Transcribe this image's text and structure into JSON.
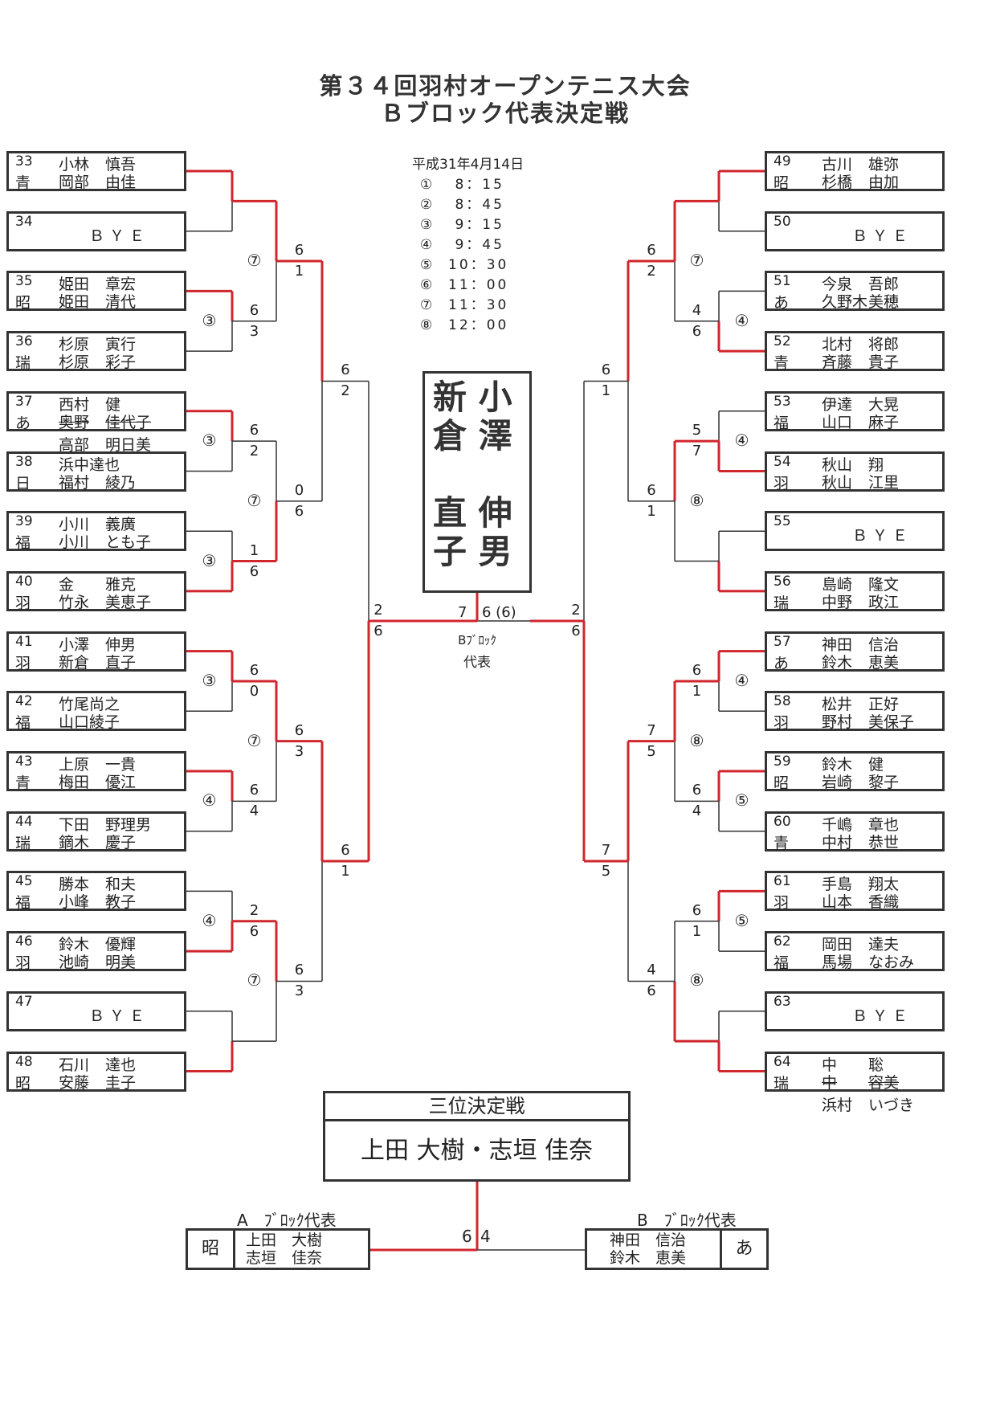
{
  "title": {
    "line1": "第３４回羽村オープンテニス大会",
    "line2": "Ｂブロック代表決定戦"
  },
  "schedule": {
    "date": "平成31年4月14日",
    "slots": [
      {
        "num": "①",
        "time": " 8：15"
      },
      {
        "num": "②",
        "time": " 8：45"
      },
      {
        "num": "③",
        "time": " 9：15"
      },
      {
        "num": "④",
        "time": " 9：45"
      },
      {
        "num": "⑤",
        "time": "10：30"
      },
      {
        "num": "⑥",
        "time": "11：00"
      },
      {
        "num": "⑦",
        "time": "11：30"
      },
      {
        "num": "⑧",
        "time": "12：00"
      }
    ]
  },
  "bye_label": "ＢＹＥ",
  "left": {
    "players": [
      {
        "no": "33",
        "club": "青",
        "p1": [
          "小林",
          "慎吾"
        ],
        "p2": [
          "岡部",
          "由佳"
        ]
      },
      {
        "no": "34",
        "bye": true
      },
      {
        "no": "35",
        "club": "昭",
        "p1": [
          "姫田",
          "章宏"
        ],
        "p2": [
          "姫田",
          "清代"
        ]
      },
      {
        "no": "36",
        "club": "瑞",
        "p1": [
          "杉原",
          "寅行"
        ],
        "p2": [
          "杉原",
          "彩子"
        ]
      },
      {
        "no": "37",
        "club": "あ",
        "p1": [
          "西村",
          "健"
        ],
        "p2": [
          "奥野",
          "佳代子"
        ],
        "p2_struck": true,
        "replacement": [
          "高部",
          "明日美"
        ]
      },
      {
        "no": "38",
        "club": "日",
        "p1": [
          "浜中達也",
          ""
        ],
        "p2": [
          "福村",
          "綾乃"
        ]
      },
      {
        "no": "39",
        "club": "福",
        "p1": [
          "小川",
          "義廣"
        ],
        "p2": [
          "小川",
          "とも子"
        ]
      },
      {
        "no": "40",
        "club": "羽",
        "p1": [
          "金",
          "雅克"
        ],
        "p2": [
          "竹永",
          "美恵子"
        ]
      },
      {
        "no": "41",
        "club": "羽",
        "p1": [
          "小澤",
          "伸男"
        ],
        "p2": [
          "新倉",
          "直子"
        ]
      },
      {
        "no": "42",
        "club": "福",
        "p1": [
          "竹尾尚之",
          ""
        ],
        "p2": [
          "山口綾子",
          ""
        ]
      },
      {
        "no": "43",
        "club": "青",
        "p1": [
          "上原",
          "一貴"
        ],
        "p2": [
          "梅田",
          "優江"
        ]
      },
      {
        "no": "44",
        "club": "瑞",
        "p1": [
          "下田",
          "野理男"
        ],
        "p2": [
          "鏑木",
          "慶子"
        ]
      },
      {
        "no": "45",
        "club": "福",
        "p1": [
          "勝本",
          "和夫"
        ],
        "p2": [
          "小峰",
          "教子"
        ]
      },
      {
        "no": "46",
        "club": "羽",
        "p1": [
          "鈴木",
          "優輝"
        ],
        "p2": [
          "池崎",
          "明美"
        ]
      },
      {
        "no": "47",
        "bye": true
      },
      {
        "no": "48",
        "club": "昭",
        "p1": [
          "石川",
          "達也"
        ],
        "p2": [
          "安藤",
          "圭子"
        ]
      }
    ],
    "rounds": [
      [
        {
          "s": [
            "",
            ""
          ],
          "w": 0,
          "label": ""
        },
        {
          "s": [
            "6",
            "3"
          ],
          "w": 0,
          "label": "③"
        },
        {
          "s": [
            "6",
            "2"
          ],
          "w": 0,
          "label": "③"
        },
        {
          "s": [
            "1",
            "6"
          ],
          "w": 1,
          "label": "③"
        },
        {
          "s": [
            "6",
            "0"
          ],
          "w": 0,
          "label": "③"
        },
        {
          "s": [
            "6",
            "4"
          ],
          "w": 0,
          "label": "④"
        },
        {
          "s": [
            "2",
            "6"
          ],
          "w": 1,
          "label": "④"
        },
        {
          "s": [
            "",
            ""
          ],
          "w": 1,
          "label": ""
        }
      ],
      [
        {
          "s": [
            "6",
            "1"
          ],
          "w": 0,
          "label": "⑦"
        },
        {
          "s": [
            "0",
            "6"
          ],
          "w": 1,
          "label": "⑦"
        },
        {
          "s": [
            "6",
            "3"
          ],
          "w": 0,
          "label": "⑦"
        },
        {
          "s": [
            "6",
            "3"
          ],
          "w": 0,
          "label": "⑦"
        }
      ],
      [
        {
          "s": [
            "6",
            "2"
          ],
          "w": 0,
          "label": ""
        },
        {
          "s": [
            "6",
            "1"
          ],
          "w": 0,
          "label": ""
        }
      ],
      [
        {
          "s": [
            "2",
            "6"
          ],
          "w": 1,
          "label": ""
        }
      ]
    ]
  },
  "right": {
    "players": [
      {
        "no": "49",
        "club": "昭",
        "p1": [
          "古川",
          "雄弥"
        ],
        "p2": [
          "杉橋",
          "由加"
        ]
      },
      {
        "no": "50",
        "bye": true
      },
      {
        "no": "51",
        "club": "あ",
        "p1": [
          "今泉",
          "吾郎"
        ],
        "p2": [
          "久野木",
          "美穂"
        ]
      },
      {
        "no": "52",
        "club": "青",
        "p1": [
          "北村",
          "将郎"
        ],
        "p2": [
          "斉藤",
          "貴子"
        ]
      },
      {
        "no": "53",
        "club": "福",
        "p1": [
          "伊達",
          "大晃"
        ],
        "p2": [
          "山口",
          "麻子"
        ]
      },
      {
        "no": "54",
        "club": "羽",
        "p1": [
          "秋山",
          "翔"
        ],
        "p2": [
          "秋山",
          "江里"
        ]
      },
      {
        "no": "55",
        "bye": true
      },
      {
        "no": "56",
        "club": "瑞",
        "p1": [
          "島崎",
          "隆文"
        ],
        "p2": [
          "中野",
          "政江"
        ]
      },
      {
        "no": "57",
        "club": "あ",
        "p1": [
          "神田",
          "信治"
        ],
        "p2": [
          "鈴木",
          "恵美"
        ]
      },
      {
        "no": "58",
        "club": "羽",
        "p1": [
          "松井",
          "正好"
        ],
        "p2": [
          "野村",
          "美保子"
        ]
      },
      {
        "no": "59",
        "club": "昭",
        "p1": [
          "鈴木",
          "健"
        ],
        "p2": [
          "岩崎",
          "黎子"
        ]
      },
      {
        "no": "60",
        "club": "青",
        "p1": [
          "千嶋",
          "章也"
        ],
        "p2": [
          "中村",
          "恭世"
        ]
      },
      {
        "no": "61",
        "club": "羽",
        "p1": [
          "手島",
          "翔太"
        ],
        "p2": [
          "山本",
          "香織"
        ]
      },
      {
        "no": "62",
        "club": "福",
        "p1": [
          "岡田",
          "達夫"
        ],
        "p2": [
          "馬場",
          "なおみ"
        ]
      },
      {
        "no": "63",
        "bye": true
      },
      {
        "no": "64",
        "club": "瑞",
        "p1": [
          "中",
          "聡"
        ],
        "p2": [
          "中",
          "容美"
        ],
        "p2_struck": true,
        "replacement": [
          "浜村",
          "いづき"
        ]
      }
    ],
    "rounds": [
      [
        {
          "s": [
            "",
            ""
          ],
          "w": 0,
          "label": ""
        },
        {
          "s": [
            "4",
            "6"
          ],
          "w": 1,
          "label": "④"
        },
        {
          "s": [
            "5",
            "7"
          ],
          "w": 1,
          "label": "④"
        },
        {
          "s": [
            "",
            ""
          ],
          "w": 1,
          "label": ""
        },
        {
          "s": [
            "6",
            "1"
          ],
          "w": 0,
          "label": "④"
        },
        {
          "s": [
            "6",
            "4"
          ],
          "w": 0,
          "label": "⑤"
        },
        {
          "s": [
            "6",
            "1"
          ],
          "w": 0,
          "label": "⑤"
        },
        {
          "s": [
            "",
            ""
          ],
          "w": 1,
          "label": ""
        }
      ],
      [
        {
          "s": [
            "6",
            "2"
          ],
          "w": 0,
          "label": "⑦"
        },
        {
          "s": [
            "6",
            "1"
          ],
          "w": 0,
          "label": "⑧"
        },
        {
          "s": [
            "7",
            "5"
          ],
          "w": 0,
          "label": "⑧"
        },
        {
          "s": [
            "4",
            "6"
          ],
          "w": 1,
          "label": "⑧"
        }
      ],
      [
        {
          "s": [
            "6",
            "1"
          ],
          "w": 0,
          "label": ""
        },
        {
          "s": [
            "7",
            "5"
          ],
          "w": 0,
          "label": ""
        }
      ],
      [
        {
          "s": [
            "2",
            "6"
          ],
          "w": 1,
          "label": ""
        }
      ]
    ]
  },
  "final": {
    "winner": {
      "col1": [
        "新",
        "倉",
        "",
        "直",
        "子"
      ],
      "col2": [
        "小",
        "澤",
        "",
        "伸",
        "男"
      ]
    },
    "score_left": "7",
    "score_right": "6 (6)",
    "caption1": "Bﾌﾞﾛｯｸ",
    "caption2": "代表"
  },
  "third_place": {
    "header": "三位決定戦",
    "winner": "上田 大樹・志垣 佳奈",
    "a_label": "A　ﾌﾞﾛｯｸ代表",
    "a_club": "昭",
    "a_names": [
      "上田　大樹",
      "志垣　佳奈"
    ],
    "b_label": "B　ﾌﾞﾛｯｸ代表",
    "b_club": "あ",
    "b_names": [
      "神田　信治",
      "鈴木　恵美"
    ],
    "score_a": "6",
    "score_b": "4"
  },
  "colors": {
    "win": "#d0262d",
    "line": "#333333"
  }
}
